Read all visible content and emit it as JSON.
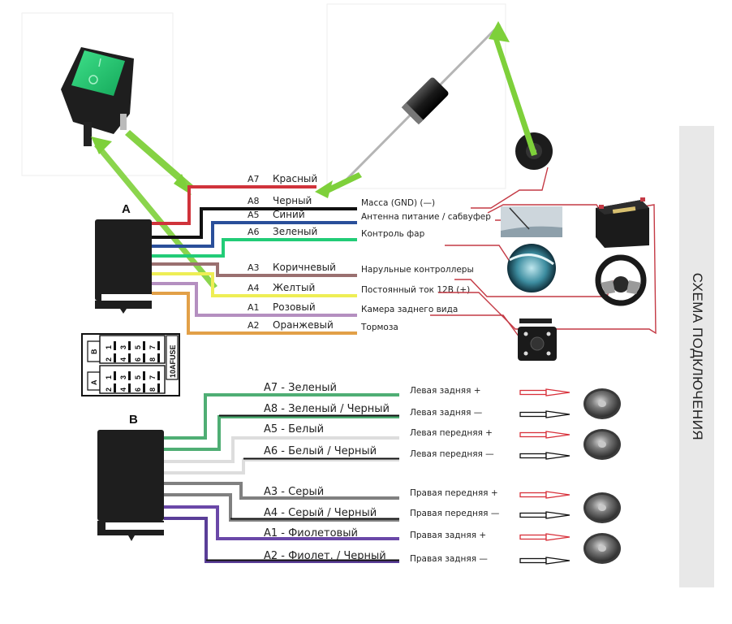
{
  "title": "СХЕМА ПОДКЛЮЧЕНИЯ",
  "connector_a": {
    "letter": "A",
    "wires": [
      {
        "pin": "A7",
        "color_name": "Красный",
        "color": "#d0333b",
        "function": ""
      },
      {
        "pin": "A8",
        "color_name": "Черный",
        "color": "#111111",
        "function": "Масса (GND) (—)"
      },
      {
        "pin": "A5",
        "color_name": "Синий",
        "color": "#2a4f9a",
        "function": "Антенна питание / сабвуфер"
      },
      {
        "pin": "A6",
        "color_name": "Зеленый",
        "color": "#22cc77",
        "function": "Контроль фар"
      },
      {
        "pin": "A3",
        "color_name": "Коричневый",
        "color": "#9a7070",
        "function": "Нарульные контроллеры"
      },
      {
        "pin": "A4",
        "color_name": "Желтый",
        "color": "#eeee55",
        "function": "Постоянный ток 12В (+)"
      },
      {
        "pin": "A1",
        "color_name": "Розовый",
        "color": "#b48fc0",
        "function": "Камера заднего вида"
      },
      {
        "pin": "A2",
        "color_name": "Оранжевый",
        "color": "#e2a048",
        "function": "Тормоза"
      }
    ]
  },
  "connector_b": {
    "letter": "B",
    "wires": [
      {
        "label": "A7 - Зеленый",
        "color": "#4fae74",
        "stripe": "",
        "function": "Левая задняя +",
        "polarity": "plus"
      },
      {
        "label": "A8 - Зеленый / Черный",
        "color": "#4fae74",
        "stripe": "#111111",
        "function": "Левая задняя —",
        "polarity": "minus"
      },
      {
        "label": "A5 - Белый",
        "color": "#dddddd",
        "stripe": "",
        "function": "Левая передняя +",
        "polarity": "plus"
      },
      {
        "label": "A6 - Белый / Черный",
        "color": "#dddddd",
        "stripe": "#111111",
        "function": "Левая передняя —",
        "polarity": "minus"
      },
      {
        "label": "A3 - Серый",
        "color": "#808080",
        "stripe": "",
        "function": "Правая передняя +",
        "polarity": "plus"
      },
      {
        "label": "A4 - Серый / Черный",
        "color": "#808080",
        "stripe": "#111111",
        "function": "Правая передняя —",
        "polarity": "minus"
      },
      {
        "label": "A1 - Фиолетовый",
        "color": "#6a48a8",
        "stripe": "",
        "function": "Правая задняя +",
        "polarity": "plus"
      },
      {
        "label": "A2 - Фиолет. / Черный",
        "color": "#5a3e98",
        "stripe": "#111111",
        "function": "Правая задняя —",
        "polarity": "minus"
      }
    ]
  },
  "iso_block": {
    "fuse_label": "10AFUSE",
    "section_b_letter": "B",
    "section_a_letter": "A",
    "pins_top": [
      "1",
      "3",
      "5",
      "7"
    ],
    "pins_bottom": [
      "2",
      "4",
      "6",
      "8"
    ]
  },
  "photos": {
    "switch": "rocker-switch-photo",
    "diode": "diode-photo",
    "ground_terminal": "ground-terminal-photo",
    "battery": "battery-photo",
    "antenna": "antenna-photo",
    "headlight": "headlight-photo",
    "steering_wheel": "steering-wheel-photo",
    "rear_camera": "rear-camera-photo",
    "speakers": "speaker-photo"
  },
  "colors": {
    "pointer_arrow": "#7ed03a",
    "callout_line": "#c43a45",
    "plus_arrow": "#d8303a",
    "minus_arrow": "#111111",
    "side_panel": "#e8e8e8"
  }
}
